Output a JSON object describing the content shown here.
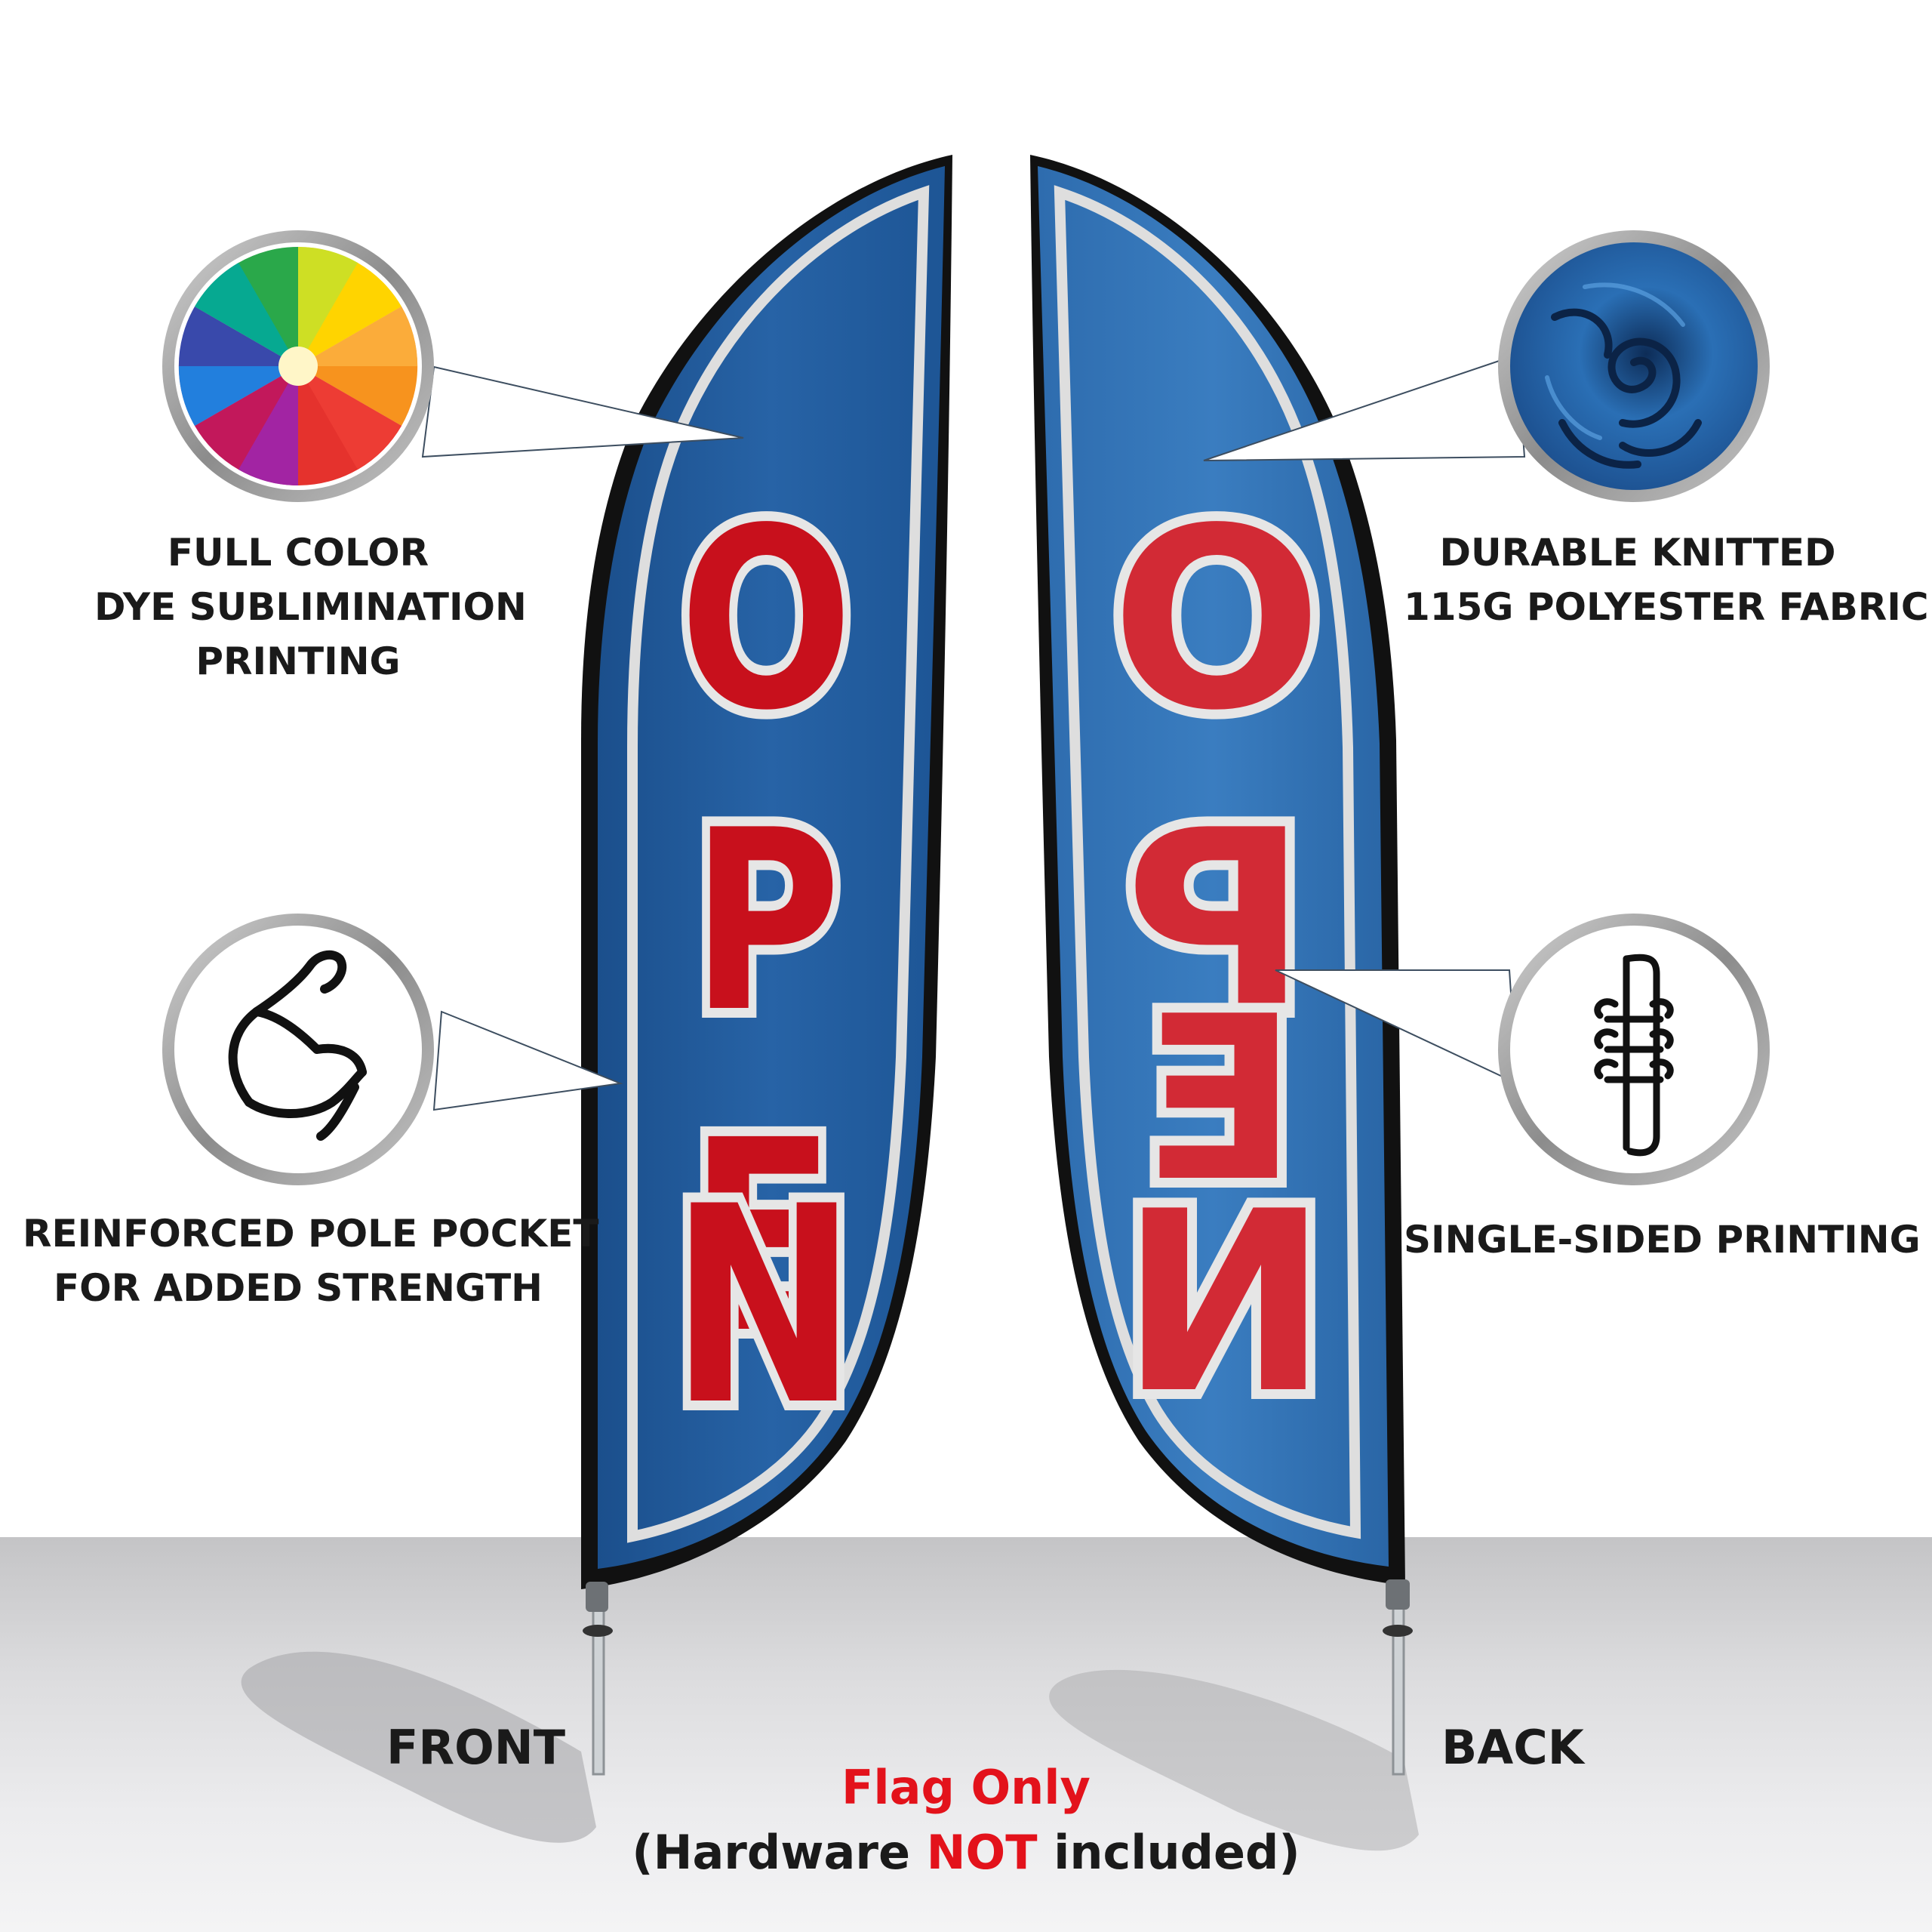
{
  "flag": {
    "front_letters": [
      "O",
      "P",
      "E",
      "N"
    ],
    "back_letters": [
      "O",
      "P",
      "E",
      "N"
    ],
    "colors": {
      "flag_blue": "#1f5c9e",
      "flag_blue_light": "#3a7bbd",
      "letter_red": "#c8101c",
      "letter_outline": "#e6e6e6",
      "pole_black": "#111111"
    }
  },
  "features": [
    {
      "id": "full-color",
      "icon": "color-wheel-icon",
      "lines": [
        "FULL COLOR",
        "DYE SUBLIMINATION",
        "PRINTING"
      ]
    },
    {
      "id": "fabric",
      "icon": "fabric-swirl-icon",
      "lines": [
        "DURABLE KNITTED",
        "115G POLYESTER FABRIC"
      ]
    },
    {
      "id": "pocket",
      "icon": "flexed-arm-icon",
      "lines": [
        "REINFORCED POLE POCKET",
        "FOR ADDED STRENGTH"
      ]
    },
    {
      "id": "single-sided",
      "icon": "stitched-pocket-icon",
      "lines": [
        "SINGLE-SIDED PRINTING"
      ]
    }
  ],
  "sides": {
    "front": "FRONT",
    "back": "BACK"
  },
  "note": {
    "line1": "Flag Only",
    "line2_pre": "(Hardware ",
    "line2_emph": "NOT",
    "line2_post": " included)"
  }
}
